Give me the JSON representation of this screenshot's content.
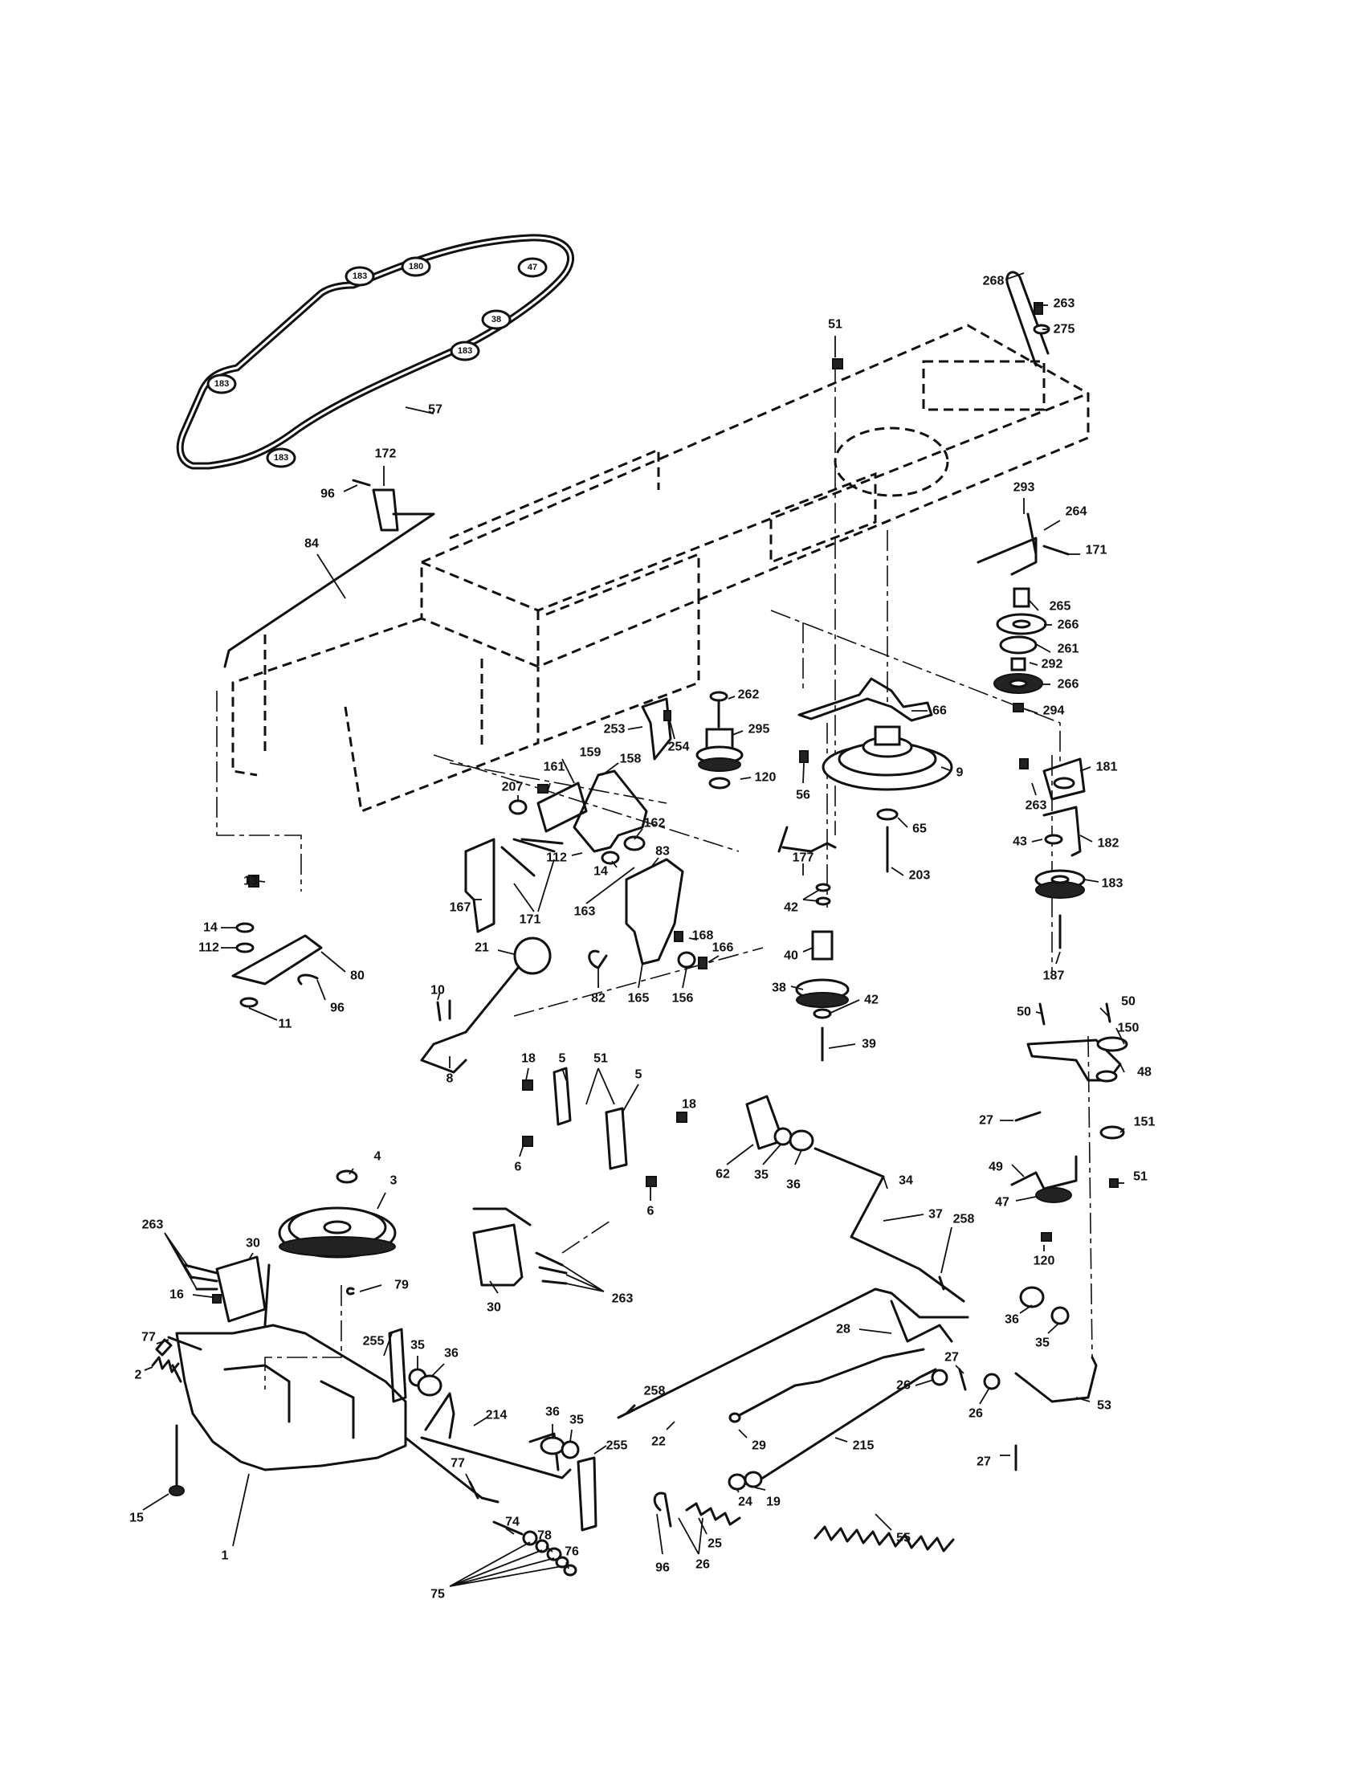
{
  "callouts": [
    {
      "id": "c268",
      "text": "268"
    },
    {
      "id": "c263a",
      "text": "263"
    },
    {
      "id": "c275",
      "text": "275"
    },
    {
      "id": "c51a",
      "text": "51"
    },
    {
      "id": "c57",
      "text": "57"
    },
    {
      "id": "c172",
      "text": "172"
    },
    {
      "id": "c96a",
      "text": "96"
    },
    {
      "id": "c84",
      "text": "84"
    },
    {
      "id": "c293",
      "text": "293"
    },
    {
      "id": "c264",
      "text": "264"
    },
    {
      "id": "c171a",
      "text": "171"
    },
    {
      "id": "c265",
      "text": "265"
    },
    {
      "id": "c266a",
      "text": "266"
    },
    {
      "id": "c261",
      "text": "261"
    },
    {
      "id": "c292",
      "text": "292"
    },
    {
      "id": "c266b",
      "text": "266"
    },
    {
      "id": "c294",
      "text": "294"
    },
    {
      "id": "c66",
      "text": "66"
    },
    {
      "id": "c262",
      "text": "262"
    },
    {
      "id": "c253",
      "text": "253"
    },
    {
      "id": "c254",
      "text": "254"
    },
    {
      "id": "c295",
      "text": "295"
    },
    {
      "id": "c120a",
      "text": "120"
    },
    {
      "id": "c56",
      "text": "56"
    },
    {
      "id": "c9",
      "text": "9"
    },
    {
      "id": "c161",
      "text": "161"
    },
    {
      "id": "c159",
      "text": "159"
    },
    {
      "id": "c158",
      "text": "158"
    },
    {
      "id": "c207",
      "text": "207"
    },
    {
      "id": "c162",
      "text": "162"
    },
    {
      "id": "c112a",
      "text": "112"
    },
    {
      "id": "c14a",
      "text": "14"
    },
    {
      "id": "c83",
      "text": "83"
    },
    {
      "id": "c167",
      "text": "167"
    },
    {
      "id": "c171b",
      "text": "171"
    },
    {
      "id": "c163",
      "text": "163"
    },
    {
      "id": "c65",
      "text": "65"
    },
    {
      "id": "c203",
      "text": "203"
    },
    {
      "id": "c177",
      "text": "177"
    },
    {
      "id": "c181",
      "text": "181"
    },
    {
      "id": "c263b",
      "text": "263"
    },
    {
      "id": "c43",
      "text": "43"
    },
    {
      "id": "c182",
      "text": "182"
    },
    {
      "id": "c183",
      "text": "183"
    },
    {
      "id": "c187",
      "text": "187"
    },
    {
      "id": "c13",
      "text": "13"
    },
    {
      "id": "c14b",
      "text": "14"
    },
    {
      "id": "c112b",
      "text": "112"
    },
    {
      "id": "c80",
      "text": "80"
    },
    {
      "id": "c96b",
      "text": "96"
    },
    {
      "id": "c11",
      "text": "11"
    },
    {
      "id": "c21",
      "text": "21"
    },
    {
      "id": "c168",
      "text": "168"
    },
    {
      "id": "c166",
      "text": "166"
    },
    {
      "id": "c42a",
      "text": "42"
    },
    {
      "id": "c40",
      "text": "40"
    },
    {
      "id": "c38",
      "text": "38"
    },
    {
      "id": "c42b",
      "text": "42"
    },
    {
      "id": "c39",
      "text": "39"
    },
    {
      "id": "c82",
      "text": "82"
    },
    {
      "id": "c165",
      "text": "165"
    },
    {
      "id": "c156",
      "text": "156"
    },
    {
      "id": "c10",
      "text": "10"
    },
    {
      "id": "c8",
      "text": "8"
    },
    {
      "id": "c18a",
      "text": "18"
    },
    {
      "id": "c5a",
      "text": "5"
    },
    {
      "id": "c51b",
      "text": "51"
    },
    {
      "id": "c5b",
      "text": "5"
    },
    {
      "id": "c18b",
      "text": "18"
    },
    {
      "id": "c6a",
      "text": "6"
    },
    {
      "id": "c6b",
      "text": "6"
    },
    {
      "id": "c62",
      "text": "62"
    },
    {
      "id": "c35a",
      "text": "35"
    },
    {
      "id": "c36a",
      "text": "36"
    },
    {
      "id": "c34",
      "text": "34"
    },
    {
      "id": "c37",
      "text": "37"
    },
    {
      "id": "c258a",
      "text": "258"
    },
    {
      "id": "c50a",
      "text": "50"
    },
    {
      "id": "c50b",
      "text": "50"
    },
    {
      "id": "c150",
      "text": "150"
    },
    {
      "id": "c48",
      "text": "48"
    },
    {
      "id": "c27a",
      "text": "27"
    },
    {
      "id": "c151",
      "text": "151"
    },
    {
      "id": "c49",
      "text": "49"
    },
    {
      "id": "c51c",
      "text": "51"
    },
    {
      "id": "c47",
      "text": "47"
    },
    {
      "id": "c120b",
      "text": "120"
    },
    {
      "id": "c4",
      "text": "4"
    },
    {
      "id": "c3",
      "text": "3"
    },
    {
      "id": "c263c",
      "text": "263"
    },
    {
      "id": "c30a",
      "text": "30"
    },
    {
      "id": "c16",
      "text": "16"
    },
    {
      "id": "c79",
      "text": "79"
    },
    {
      "id": "c30b",
      "text": "30"
    },
    {
      "id": "c263d",
      "text": "263"
    },
    {
      "id": "c36b",
      "text": "36"
    },
    {
      "id": "c35b",
      "text": "35"
    },
    {
      "id": "c77a",
      "text": "77"
    },
    {
      "id": "c2",
      "text": "2"
    },
    {
      "id": "c255a",
      "text": "255"
    },
    {
      "id": "c35c",
      "text": "35"
    },
    {
      "id": "c36c",
      "text": "36"
    },
    {
      "id": "c214",
      "text": "214"
    },
    {
      "id": "c36d",
      "text": "36"
    },
    {
      "id": "c35d",
      "text": "35"
    },
    {
      "id": "c255b",
      "text": "255"
    },
    {
      "id": "c28",
      "text": "28"
    },
    {
      "id": "c27b",
      "text": "27"
    },
    {
      "id": "c26a",
      "text": "26"
    },
    {
      "id": "c26b",
      "text": "26"
    },
    {
      "id": "c53",
      "text": "53"
    },
    {
      "id": "c258b",
      "text": "258"
    },
    {
      "id": "c22",
      "text": "22"
    },
    {
      "id": "c29",
      "text": "29"
    },
    {
      "id": "c215",
      "text": "215"
    },
    {
      "id": "c27c",
      "text": "27"
    },
    {
      "id": "c15",
      "text": "15"
    },
    {
      "id": "c1",
      "text": "1"
    },
    {
      "id": "c77b",
      "text": "77"
    },
    {
      "id": "c74",
      "text": "74"
    },
    {
      "id": "c78",
      "text": "78"
    },
    {
      "id": "c76",
      "text": "76"
    },
    {
      "id": "c75",
      "text": "75"
    },
    {
      "id": "c24",
      "text": "24"
    },
    {
      "id": "c19",
      "text": "19"
    },
    {
      "id": "c25",
      "text": "25"
    },
    {
      "id": "c26c",
      "text": "26"
    },
    {
      "id": "c96c",
      "text": "96"
    },
    {
      "id": "c55",
      "text": "55"
    }
  ],
  "belt_badges": [
    {
      "id": "b183a",
      "text": "183"
    },
    {
      "id": "b180",
      "text": "180"
    },
    {
      "id": "b47",
      "text": "47"
    },
    {
      "id": "b38",
      "text": "38"
    },
    {
      "id": "b183b",
      "text": "183"
    },
    {
      "id": "b183c",
      "text": "183"
    },
    {
      "id": "b183d",
      "text": "183"
    }
  ]
}
